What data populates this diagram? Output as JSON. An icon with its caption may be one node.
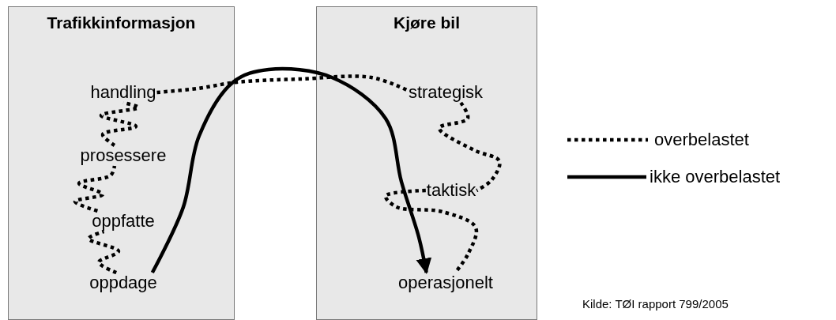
{
  "diagram": {
    "nodes": [
      {
        "text": [
          "Trafikkinformasjon"
        ]
      },
      {
        "text": [
          "handling"
        ],
        "in": 0
      },
      {
        "text": [
          "prosessere"
        ],
        "in": 0
      },
      {
        "text": [
          "oppfatte"
        ],
        "in": 0
      },
      {
        "text": [
          "oppdage"
        ],
        "in": 0
      },
      {
        "text": [
          "Kjøre bil"
        ]
      },
      {
        "text": [
          "strategisk"
        ],
        "in": 5
      },
      {
        "text": [
          "taktisk"
        ],
        "in": 5
      },
      {
        "text": [
          "operasjonelt"
        ],
        "in": 5
      }
    ],
    "edges": [
      {
        "from": 4,
        "to": 3,
        "arrow": "none",
        "style": "dashed"
      },
      {
        "from": 3,
        "to": 2,
        "arrow": "none",
        "style": "dashed"
      },
      {
        "from": 2,
        "to": 1,
        "arrow": "none",
        "style": "dashed"
      },
      {
        "from": 1,
        "to": 6,
        "arrow": "none",
        "style": "dashed"
      },
      {
        "from": 6,
        "to": 7,
        "arrow": "none",
        "style": "dashed"
      },
      {
        "from": 7,
        "to": 8,
        "arrow": "none",
        "style": "dashed"
      },
      {
        "from": 4,
        "to": 8,
        "arrow": "to"
      }
    ],
    "labels": [
      "Kilde: TØI rapport 799/2005"
    ],
    "legend": [
      {
        "text": "overbelastet"
      },
      {
        "text": "ikke overbelastet"
      }
    ]
  }
}
